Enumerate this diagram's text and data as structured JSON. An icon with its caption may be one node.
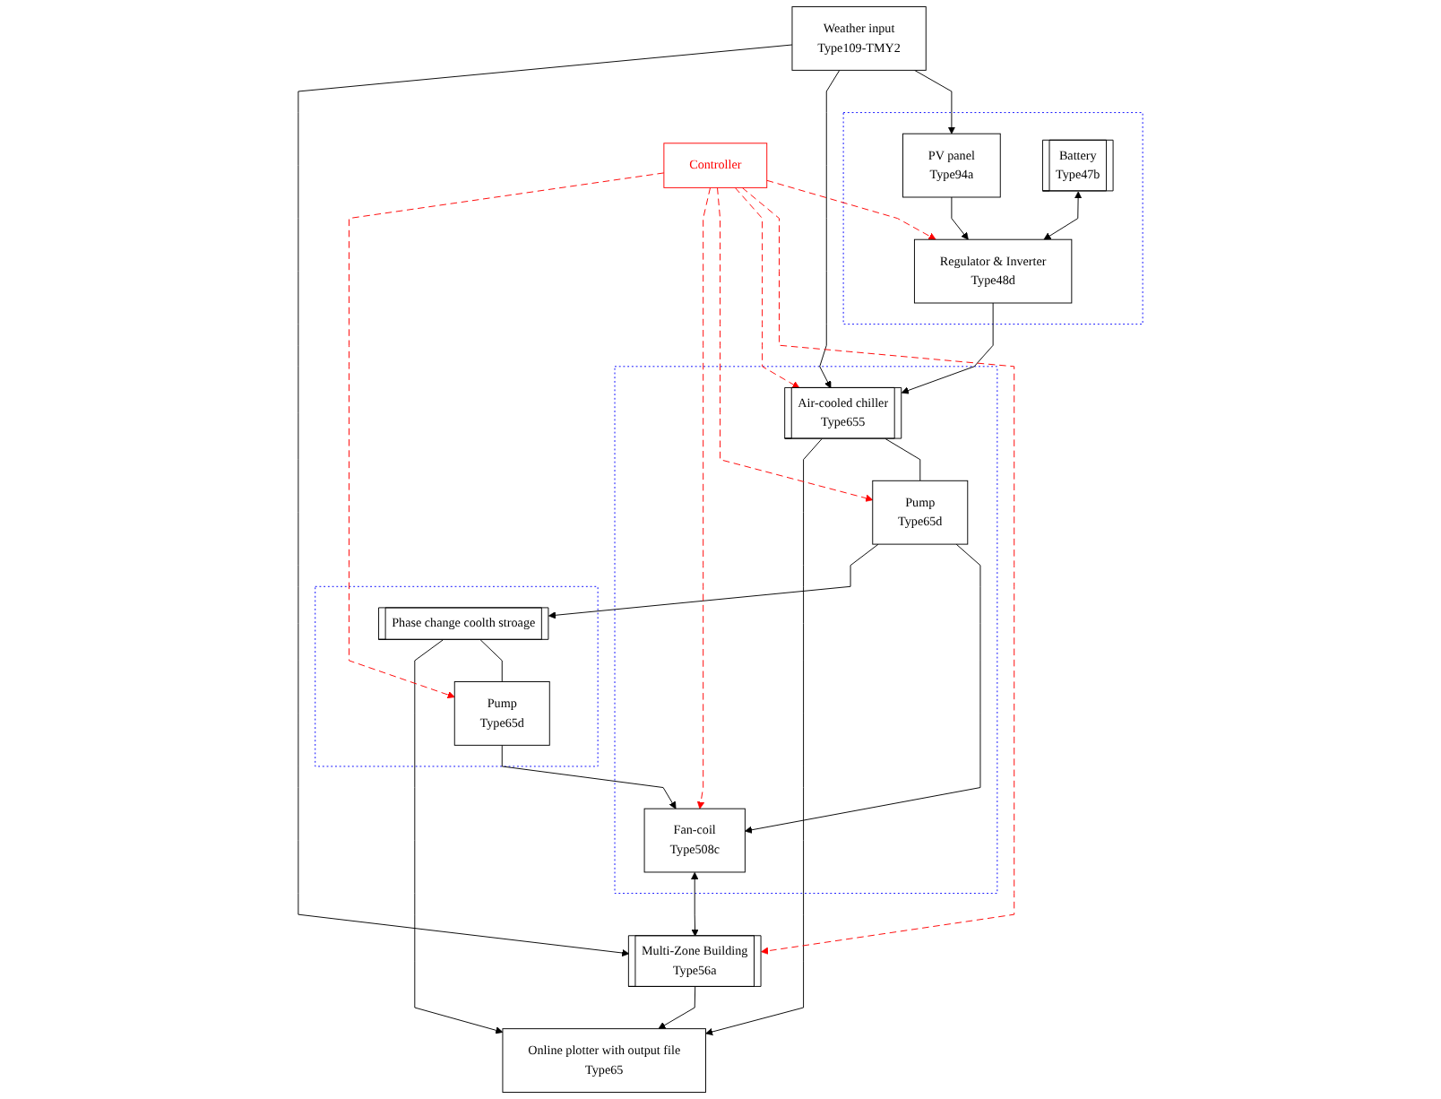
{
  "diagram": {
    "nodes": [
      {
        "text": [
          "Controller"
        ]
      },
      {
        "text": [
          "Weather input",
          "Type109-TMY2"
        ]
      },
      {
        "text": [],
        "shape": "box"
      },
      {
        "text": [
          "PV panel",
          "Type94a"
        ],
        "in": 2
      },
      {
        "text": [
          "Battery",
          "Type47b"
        ],
        "in": 2
      },
      {
        "text": [
          "Regulator & Inverter",
          "Type48d"
        ],
        "in": 2
      },
      {
        "text": [],
        "shape": "box"
      },
      {
        "text": [
          "Air-cooled chiller",
          "Type655"
        ],
        "in": 6
      },
      {
        "text": [
          "Pump",
          "Type65d"
        ],
        "in": 6
      },
      {
        "text": [
          "Fan-coil",
          "Type508c"
        ],
        "in": 6
      },
      {
        "text": [
          "Multi-Zone Building",
          "Type56a"
        ]
      },
      {
        "text": [],
        "shape": "box"
      },
      {
        "text": [
          "Phase change coolth stroage"
        ],
        "in": 11
      },
      {
        "text": [
          "Pump",
          "Type65d"
        ],
        "in": 11
      },
      {
        "text": [
          "Online plotter with output file",
          "Type65"
        ]
      }
    ],
    "edges": [
      {
        "from": 1,
        "to": 3,
        "arrow": "to"
      },
      {
        "from": 1,
        "to": 7,
        "arrow": "to"
      },
      {
        "from": 1,
        "to": 10,
        "arrow": "to"
      },
      {
        "from": 3,
        "to": 5,
        "arrow": "to"
      },
      {
        "from": 4,
        "to": 5,
        "arrow": "both"
      },
      {
        "from": 5,
        "to": 7,
        "arrow": "to"
      },
      {
        "from": 7,
        "to": 8,
        "arrow": "none"
      },
      {
        "from": 7,
        "to": 14,
        "arrow": "to"
      },
      {
        "from": 8,
        "to": 9,
        "arrow": "to"
      },
      {
        "from": 8,
        "to": 12,
        "arrow": "to"
      },
      {
        "from": 9,
        "to": 10,
        "arrow": "both"
      },
      {
        "from": 13,
        "to": 9,
        "arrow": "to"
      },
      {
        "from": 12,
        "to": 13,
        "arrow": "none"
      },
      {
        "from": 12,
        "to": 14,
        "arrow": "to"
      },
      {
        "from": 10,
        "to": 14,
        "arrow": "to"
      },
      {
        "from": 0,
        "to": 5,
        "arrow": "to",
        "style": "dashed",
        "color": "#ff0000"
      },
      {
        "from": 0,
        "to": 10,
        "arrow": "to",
        "style": "dashed",
        "color": "#ff0000"
      },
      {
        "from": 0,
        "to": 7,
        "arrow": "to",
        "style": "dashed",
        "color": "#ff0000"
      },
      {
        "from": 0,
        "to": 8,
        "arrow": "to",
        "style": "dashed",
        "color": "#ff0000"
      },
      {
        "from": 0,
        "to": 9,
        "arrow": "to",
        "style": "dashed",
        "color": "#ff0000"
      },
      {
        "from": 0,
        "to": 13,
        "arrow": "to",
        "style": "dashed",
        "color": "#ff0000"
      }
    ]
  }
}
